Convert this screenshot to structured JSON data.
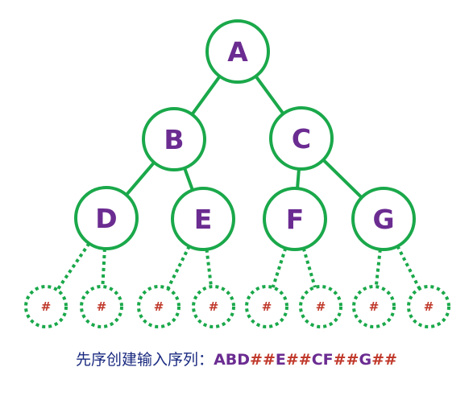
{
  "colors": {
    "edge": "#1aa84a",
    "node_fill": "#ffffff",
    "node_text": "#6b2c91",
    "null_text": "#c0392b",
    "caption_prefix": "#1a2a80"
  },
  "tree": {
    "nodes": [
      {
        "id": "A",
        "label": "A"
      },
      {
        "id": "B",
        "label": "B"
      },
      {
        "id": "C",
        "label": "C"
      },
      {
        "id": "D",
        "label": "D"
      },
      {
        "id": "E",
        "label": "E"
      },
      {
        "id": "F",
        "label": "F"
      },
      {
        "id": "G",
        "label": "G"
      }
    ],
    "edges": [
      [
        "A",
        "B"
      ],
      [
        "A",
        "C"
      ],
      [
        "B",
        "D"
      ],
      [
        "B",
        "E"
      ],
      [
        "C",
        "F"
      ],
      [
        "C",
        "G"
      ]
    ],
    "null_label": "#",
    "null_children_of": [
      "D",
      "E",
      "F",
      "G"
    ]
  },
  "caption": {
    "prefix": "先序创建输入序列：",
    "tokens": [
      {
        "text": "ABD",
        "kind": "node"
      },
      {
        "text": "##",
        "kind": "null"
      },
      {
        "text": "E",
        "kind": "node"
      },
      {
        "text": "##",
        "kind": "null"
      },
      {
        "text": "CF",
        "kind": "node"
      },
      {
        "text": "##",
        "kind": "null"
      },
      {
        "text": "G",
        "kind": "node"
      },
      {
        "text": "##",
        "kind": "null"
      }
    ]
  }
}
